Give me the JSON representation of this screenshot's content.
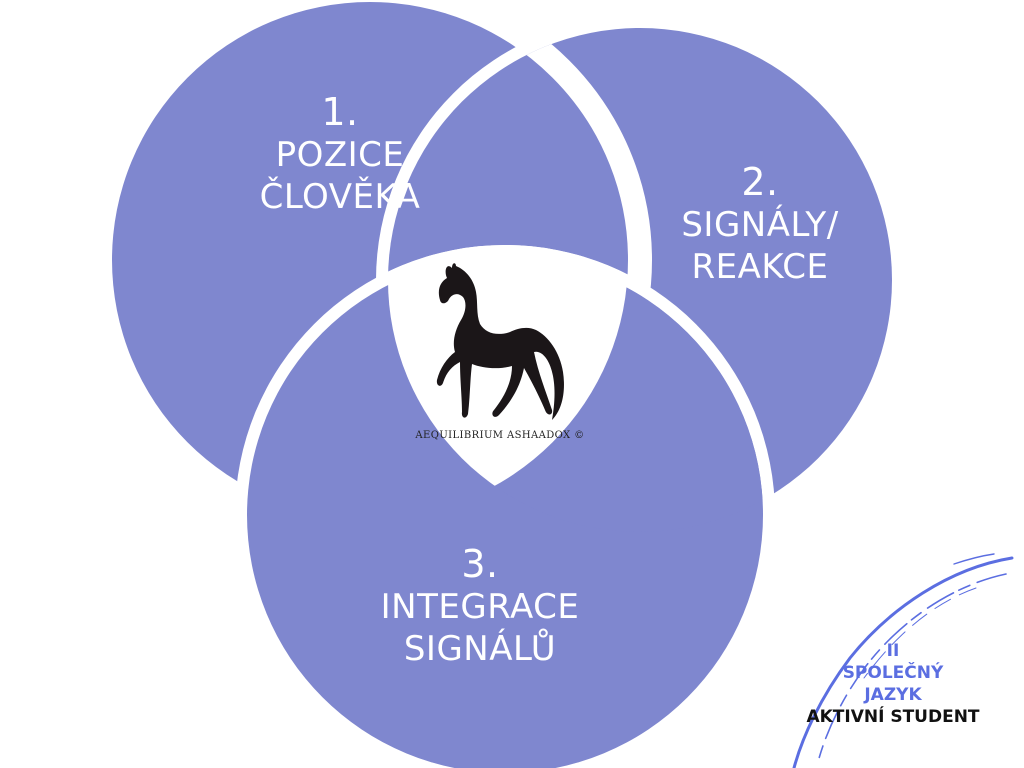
{
  "colors": {
    "circle_fill": "#7f87cf",
    "gap": "#ffffff",
    "horse": "#1b1618",
    "badge_accent": "#5b6ee1",
    "badge_dark": "#111111"
  },
  "circles": [
    {
      "number": "1.",
      "lines": [
        "POZICE",
        "ČLOVĚKA"
      ]
    },
    {
      "number": "2.",
      "lines": [
        "SIGNÁLY/",
        "REAKCE"
      ]
    },
    {
      "number": "3.",
      "lines": [
        "INTEGRACE",
        "SIGNÁLŮ"
      ]
    }
  ],
  "center": {
    "icon": "horse-logo-icon",
    "caption": "AEQUILIBRIUM ASHAADOX ©"
  },
  "badge": {
    "level": "II",
    "line1": "SPOLEČNÝ",
    "line2": "JAZYK",
    "line3": "AKTIVNÍ STUDENT",
    "decoration": "brush-swoosh-icon"
  }
}
